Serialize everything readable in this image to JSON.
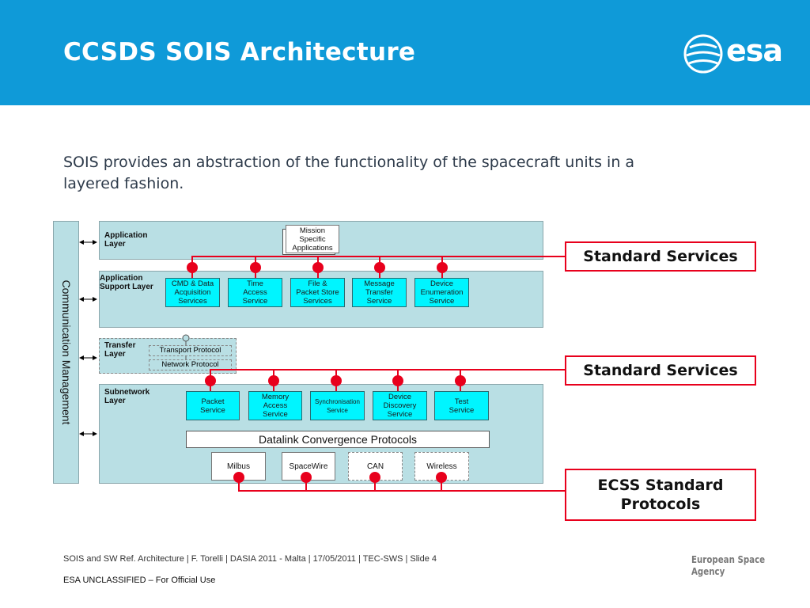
{
  "header": {
    "title": "CCSDS SOIS Architecture",
    "logo_text": "esa"
  },
  "intro": "SOIS provides an abstraction of the functionality of the spacecraft units in a layered fashion.",
  "diagram": {
    "comm_management": "Communication Management",
    "application_layer": {
      "label": "Application\nLayer",
      "mission": "Mission\nSpecific\nApplications"
    },
    "support_layer": {
      "label": "Application\nSupport Layer",
      "services": [
        "CMD & Data\nAcquisition\nServices",
        "Time\nAccess\nService",
        "File &\nPacket Store\nServices",
        "Message\nTransfer\nService",
        "Device\nEnumeration\nService"
      ]
    },
    "transfer_layer": {
      "label": "Transfer\nLayer",
      "transport": "Transport Protocol",
      "network": "Network Protocol"
    },
    "subnetwork_layer": {
      "label": "Subnetwork\nLayer",
      "services": [
        "Packet\nService",
        "Memory\nAccess\nService",
        "Synchronisation\nService",
        "Device\nDiscovery\nService",
        "Test\nService"
      ],
      "datalink": "Datalink Convergence Protocols",
      "protocols": [
        "Milbus",
        "SpaceWire",
        "CAN",
        "Wireless"
      ]
    },
    "callouts": [
      "Standard Services",
      "Standard Services",
      "ECSS Standard\nProtocols"
    ]
  },
  "colors": {
    "header": "#0f9ad8",
    "layer": "#b9dfe4",
    "service": "#00f5ff",
    "accent": "#e8001c"
  },
  "footer": {
    "line1": "SOIS and SW Ref. Architecture | F. Torelli | DASIA 2011 - Malta | 17/05/2011 | TEC-SWS | Slide 4",
    "line2": "ESA UNCLASSIFIED – For Official Use",
    "agency": "European Space Agency"
  }
}
